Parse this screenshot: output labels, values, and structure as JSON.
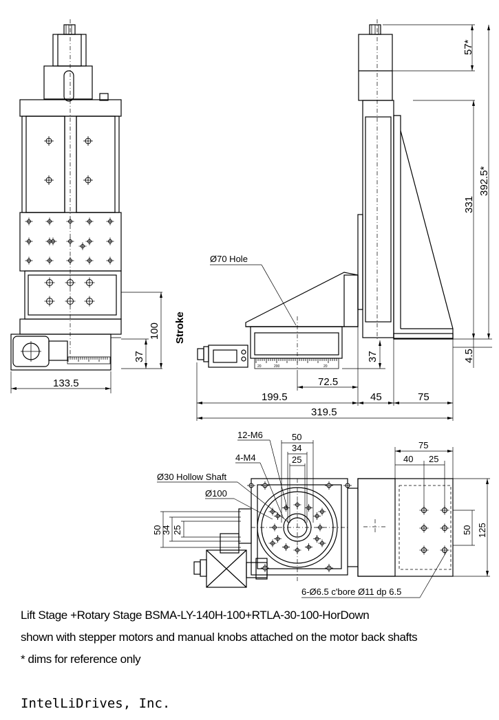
{
  "dimensions": {
    "front": {
      "width": "133.5",
      "h37": "37",
      "h100": "100",
      "stroke": "Stroke"
    },
    "side": {
      "hole": "Ø70 Hole",
      "d57": "57*",
      "d3925": "392.5*",
      "d331": "331",
      "d45b": "4.5",
      "d37": "37",
      "d725": "72.5",
      "d1995": "199.5",
      "d45": "45",
      "d75": "75",
      "d3195": "319.5"
    },
    "top": {
      "m6": "12-M6",
      "m4": "4-M4",
      "hollow": "Ø30 Hollow Shaft",
      "dia100": "Ø100",
      "d50": "50",
      "d34": "34",
      "d25": "25",
      "v50": "50",
      "v34": "34",
      "v25": "25",
      "r75": "75",
      "r40": "40",
      "r25": "25",
      "r50": "50",
      "r125": "125",
      "cbore": "6-Ø6.5 c'bore Ø11 dp 6.5"
    }
  },
  "caption": {
    "line1": "Lift Stage +Rotary Stage BSMA-LY-140H-100+RTLA-30-100-HorDown",
    "line2": "shown with stepper motors and manual knobs attached on the motor back shafts",
    "line3": "* dims for reference only"
  },
  "company": "IntelLiDrives, Inc."
}
